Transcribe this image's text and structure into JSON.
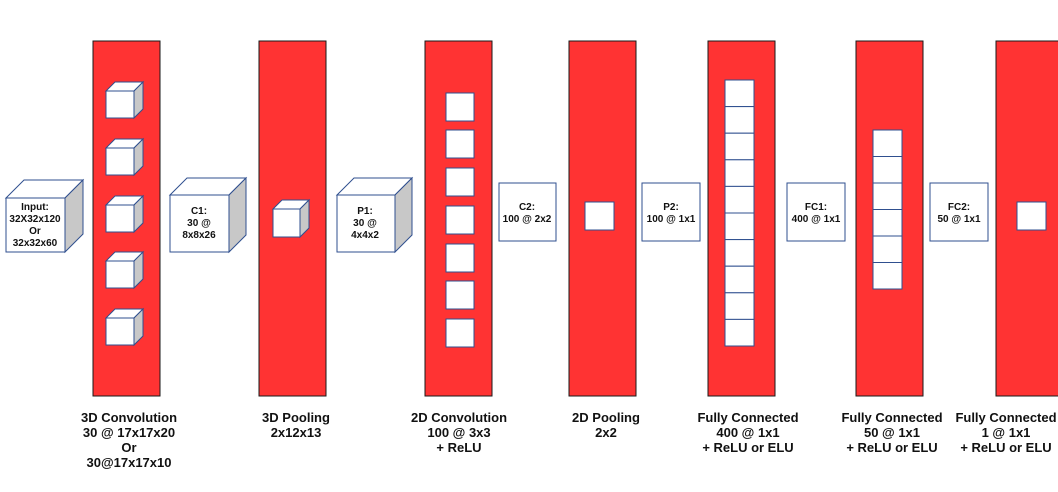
{
  "colors": {
    "layer_fill": "#ff3333",
    "layer_stroke": "#1a1a1a",
    "box_stroke": "#2f4f8f",
    "cube_side": "#c8c8c8",
    "cube_top": "#ffffff"
  },
  "blocks": {
    "input": {
      "lines": [
        "Input:",
        "32X32x120",
        "Or",
        "32x32x60"
      ]
    },
    "c1": {
      "lines": [
        "C1:",
        "30 @",
        "8x8x26"
      ]
    },
    "p1": {
      "lines": [
        "P1:",
        "30 @",
        "4x4x2"
      ]
    },
    "c2": {
      "lines": [
        "C2:",
        "100 @ 2x2"
      ]
    },
    "p2": {
      "lines": [
        "P2:",
        "100 @ 1x1"
      ]
    },
    "fc1": {
      "lines": [
        "FC1:",
        "400 @ 1x1"
      ]
    },
    "fc2": {
      "lines": [
        "FC2:",
        "50 @ 1x1"
      ]
    }
  },
  "layers": [
    {
      "id": "conv3d",
      "caption": [
        "3D Convolution",
        "30 @ 17x17x20",
        "Or",
        "30@17x17x10"
      ]
    },
    {
      "id": "pool3d",
      "caption": [
        "3D Pooling",
        "2x12x13"
      ]
    },
    {
      "id": "conv2d",
      "caption": [
        "2D Convolution",
        "100 @ 3x3",
        "+ ReLU"
      ]
    },
    {
      "id": "pool2d",
      "caption": [
        "2D Pooling",
        "2x2"
      ]
    },
    {
      "id": "fc400",
      "caption": [
        "Fully Connected",
        "400 @ 1x1",
        "+ ReLU or ELU"
      ]
    },
    {
      "id": "fc50",
      "caption": [
        "Fully Connected",
        "50 @ 1x1",
        "+ ReLU or ELU"
      ]
    },
    {
      "id": "fc1",
      "caption": [
        "Fully Connected",
        "1 @ 1x1",
        "+ ReLU or ELU"
      ]
    }
  ]
}
